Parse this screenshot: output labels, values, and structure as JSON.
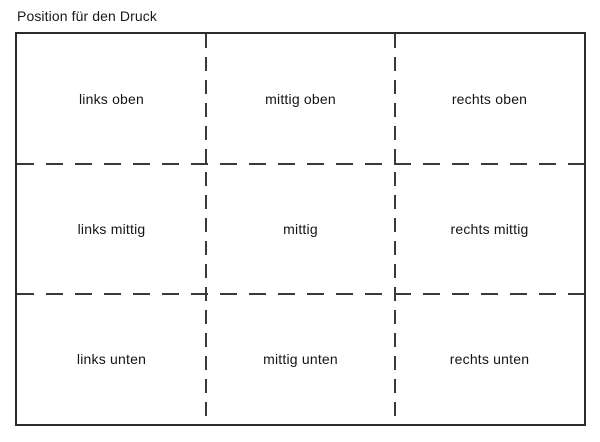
{
  "title": "Position für den Druck",
  "grid": {
    "cells": [
      {
        "id": "links-oben",
        "label": "links oben"
      },
      {
        "id": "mittig-oben",
        "label": "mittig oben"
      },
      {
        "id": "rechts-oben",
        "label": "rechts oben"
      },
      {
        "id": "links-mittig",
        "label": "links mittig"
      },
      {
        "id": "mittig",
        "label": "mittig"
      },
      {
        "id": "rechts-mittig",
        "label": "rechts mittig"
      },
      {
        "id": "links-unten",
        "label": "links unten"
      },
      {
        "id": "mittig-unten",
        "label": "mittig unten"
      },
      {
        "id": "rechts-unten",
        "label": "rechts unten"
      }
    ]
  },
  "colors": {
    "background": "#ffffff",
    "frame_border": "#2b2b2b",
    "dashed_line": "#3a3a3a",
    "text": "#141414"
  }
}
